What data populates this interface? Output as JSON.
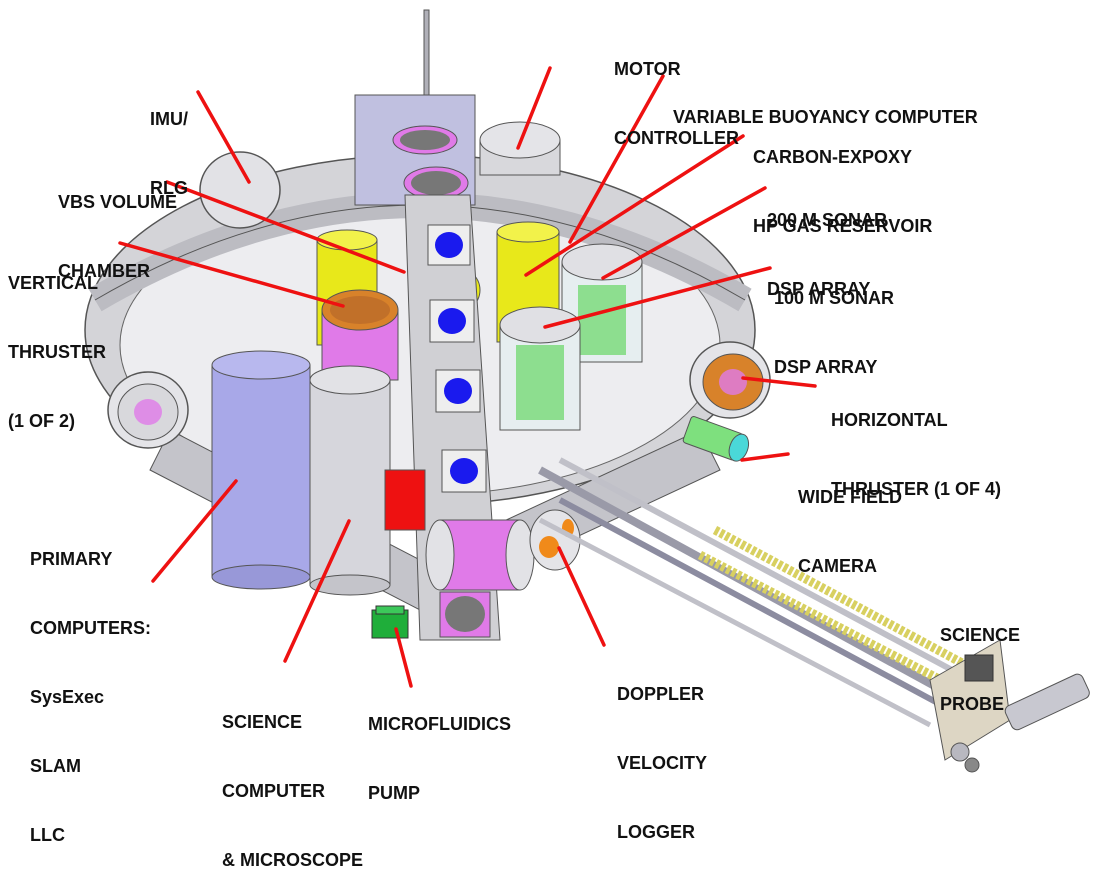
{
  "figure": {
    "title": "Vehicle component layout",
    "leader_color": "#ee1111",
    "colors": {
      "frame": "#c8c8cc",
      "frame_dark": "#8c8c94",
      "yellow_tank": "#e8e81a",
      "lavender_cylinder": "#a8a8e8",
      "magenta": "#e07ae8",
      "sonar_green": "#6fd86f",
      "blue_port": "#1a1aee",
      "orange_mesh": "#d8822a",
      "camera_green": "#7ee07e",
      "probe_yellow": "#d8d060",
      "red_block": "#ee1111",
      "doppler_orange": "#f08a1a"
    }
  },
  "labels": [
    {
      "id": "motor-controller",
      "lines": [
        "MOTOR",
        "CONTROLLER"
      ]
    },
    {
      "id": "imu-rlg",
      "lines": [
        "IMU/",
        "RLG"
      ]
    },
    {
      "id": "variable-buoyancy-computer",
      "lines": [
        "VARIABLE BUOYANCY COMPUTER"
      ]
    },
    {
      "id": "carbon-expoxy-hp-gas-reservoir",
      "lines": [
        "CARBON-EXPOXY",
        "HP GAS RESERVOIR"
      ]
    },
    {
      "id": "vbs-volume-chamber",
      "lines": [
        "VBS VOLUME",
        "CHAMBER"
      ]
    },
    {
      "id": "200m-sonar-dsp-array",
      "lines": [
        "200 M SONAR",
        "DSP ARRAY"
      ]
    },
    {
      "id": "vertical-thruster",
      "lines": [
        "VERTICAL",
        "THRUSTER",
        "(1 OF 2)"
      ]
    },
    {
      "id": "100m-sonar-dsp-array",
      "lines": [
        "100 M SONAR",
        "DSP ARRAY"
      ]
    },
    {
      "id": "horizontal-thruster",
      "lines": [
        "HORIZONTAL",
        "THRUSTER (1 OF 4)"
      ]
    },
    {
      "id": "wide-field-camera",
      "lines": [
        "WIDE FIELD",
        "CAMERA"
      ]
    },
    {
      "id": "primary-computers",
      "lines": [
        "PRIMARY",
        "COMPUTERS:",
        "SysExec",
        "SLAM",
        "LLC"
      ]
    },
    {
      "id": "science-probe",
      "lines": [
        "SCIENCE",
        "PROBE"
      ]
    },
    {
      "id": "science-computer-microscope",
      "lines": [
        "SCIENCE",
        "COMPUTER",
        "& MICROSCOPE"
      ]
    },
    {
      "id": "microfluidics-pump",
      "lines": [
        "MICROFLUIDICS",
        "PUMP"
      ]
    },
    {
      "id": "doppler-velocity-logger",
      "lines": [
        "DOPPLER",
        "VELOCITY",
        "LOGGER"
      ]
    }
  ]
}
